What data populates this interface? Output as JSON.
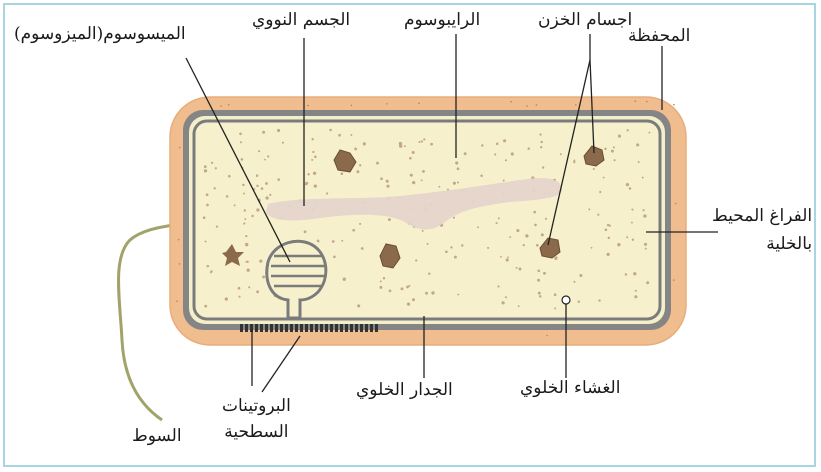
{
  "labels": {
    "mesosome": "الميسوسوم(الميزوسوم)",
    "nucleoid": "الجسم النووي",
    "ribosome": "الرايبوسوم",
    "storage_bodies": "اجسام الخزن",
    "capsule": "المحفظة",
    "periplasmic_line1": "الفراغ المحيط",
    "periplasmic_line2": "بالخلية",
    "cell_membrane": "الغشاء الخلوي",
    "cell_wall": "الجدار الخلوي",
    "surface_proteins_line1": "البروتينات",
    "surface_proteins_line2": "السطحية",
    "flagellum": "السوط"
  },
  "colors": {
    "capsule": "#f0bd8f",
    "cell_wall": "#858585",
    "periplasm": "#f3efcb",
    "cytoplasm": "#f6f1cc",
    "nucleoid": "#e6d4cb",
    "storage": "#8a6a4a",
    "flagellum": "#a1a36a",
    "border": "#a9d4e2"
  }
}
